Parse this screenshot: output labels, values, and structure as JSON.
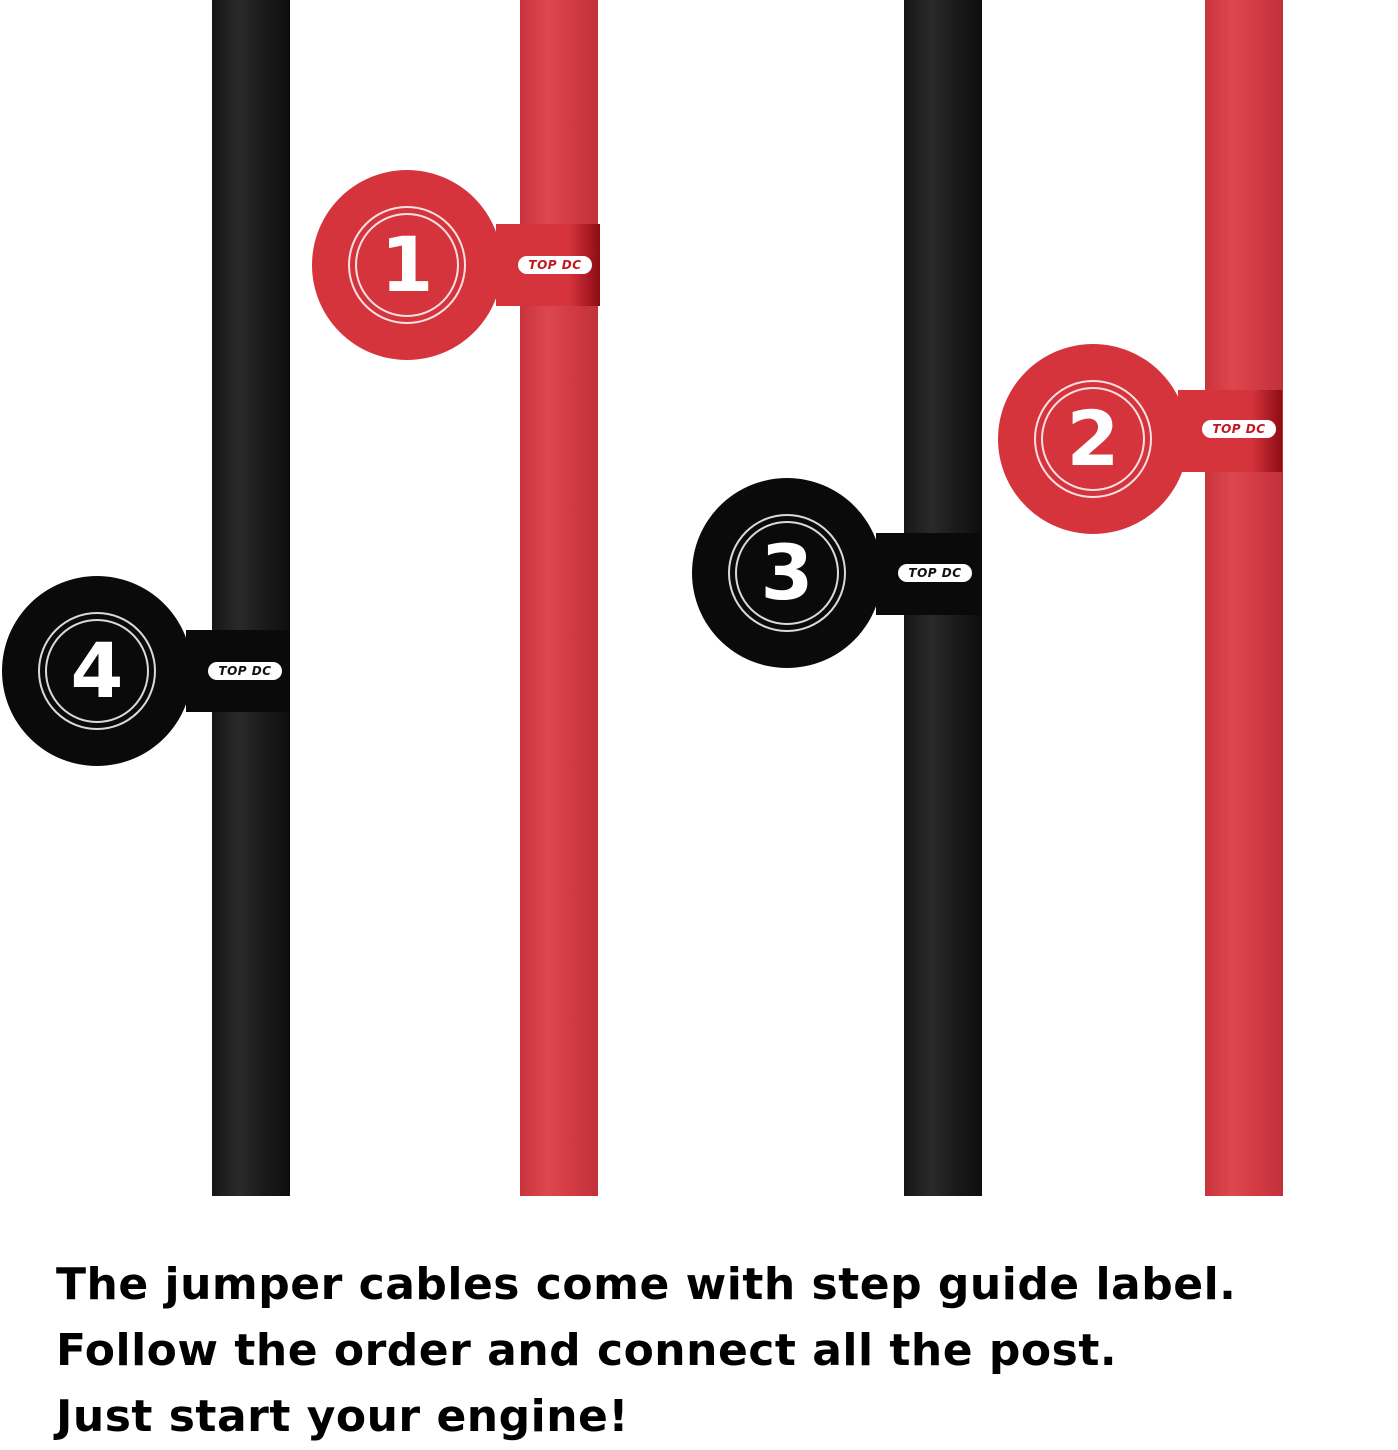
{
  "cables": [
    {
      "color": "black",
      "hex": "#1e1e1e"
    },
    {
      "color": "red",
      "hex": "#d33b44"
    },
    {
      "color": "black",
      "hex": "#1e1e1e"
    },
    {
      "color": "red",
      "hex": "#d33b44"
    }
  ],
  "labels": [
    {
      "step": "1",
      "color": "red",
      "logo": "TOP DC"
    },
    {
      "step": "2",
      "color": "red",
      "logo": "TOP DC"
    },
    {
      "step": "3",
      "color": "black",
      "logo": "TOP DC"
    },
    {
      "step": "4",
      "color": "black",
      "logo": "TOP DC"
    }
  ],
  "caption": {
    "line1": "The jumper cables come with step guide label.",
    "line2": "Follow the order and connect all the post.",
    "line3": "Just start your engine!"
  }
}
